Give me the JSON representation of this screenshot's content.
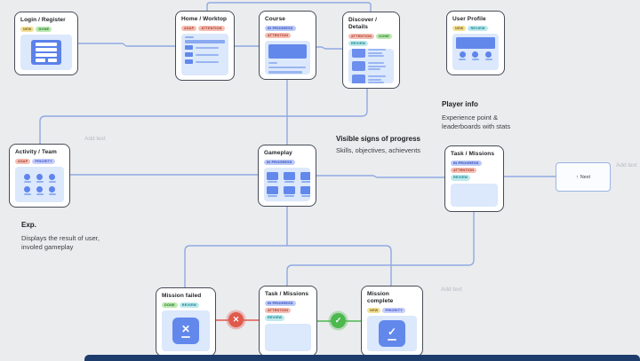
{
  "board": {
    "bg_color": "#ebecee",
    "connector_color": "#8fa9e2",
    "fail_color": "#e05a4c",
    "success_color": "#4db84e",
    "accent_blue": "#5b82ea",
    "panel_blue": "#dce8fb"
  },
  "nodes": {
    "login_register": {
      "title": "Login / Register",
      "badges": [
        "NEW",
        "DONE"
      ]
    },
    "home_worktop": {
      "title": "Home / Worktop",
      "badges": [
        "ASAP",
        "ATTENTION"
      ]
    },
    "course": {
      "title": "Course",
      "badges": [
        "IN PROGRESS",
        "ATTENTION"
      ]
    },
    "discover_details": {
      "title": "Discover / Details",
      "badges": [
        "ATTENTION",
        "DONE",
        "REVIEW"
      ]
    },
    "user_profile": {
      "title": "User Profile",
      "badges": [
        "NEW",
        "REVIEW"
      ]
    },
    "activity_team": {
      "title": "Activity / Team",
      "badges": [
        "ASAP",
        "PRIORITY"
      ]
    },
    "gameplay": {
      "title": "Gameplay",
      "badges": [
        "IN PROGRESS"
      ]
    },
    "task_missions_mid": {
      "title": "Task / Missions",
      "badges": [
        "IN PROGRESS",
        "ATTENTION",
        "REVIEW"
      ]
    },
    "mission_failed": {
      "title": "Mission failed",
      "badges": [
        "DONE",
        "REVIEW"
      ]
    },
    "task_missions_bottom": {
      "title": "Task / Missions",
      "badges": [
        "IN PROGRESS",
        "ATTENTION",
        "REVIEW"
      ]
    },
    "mission_complete": {
      "title": "Mission complete",
      "badges": [
        "NEW",
        "PRIORITY"
      ]
    }
  },
  "annotations": {
    "player_info": {
      "title": "Player info",
      "body": "Experience point & leaderboards with stats"
    },
    "exp": {
      "title": "Exp.",
      "body": "Displays the result of user, involed gameplay"
    },
    "progress": {
      "title": "Visible signs of progress",
      "body": "Skills, objectives, achievents"
    }
  },
  "placeholders": {
    "p1": "Add text",
    "p2": "Add text",
    "p3": "Add text"
  },
  "next_node": {
    "arrow": "↑",
    "label": "Next"
  },
  "connector_icons": {
    "fail": "✕",
    "success": "✓"
  }
}
